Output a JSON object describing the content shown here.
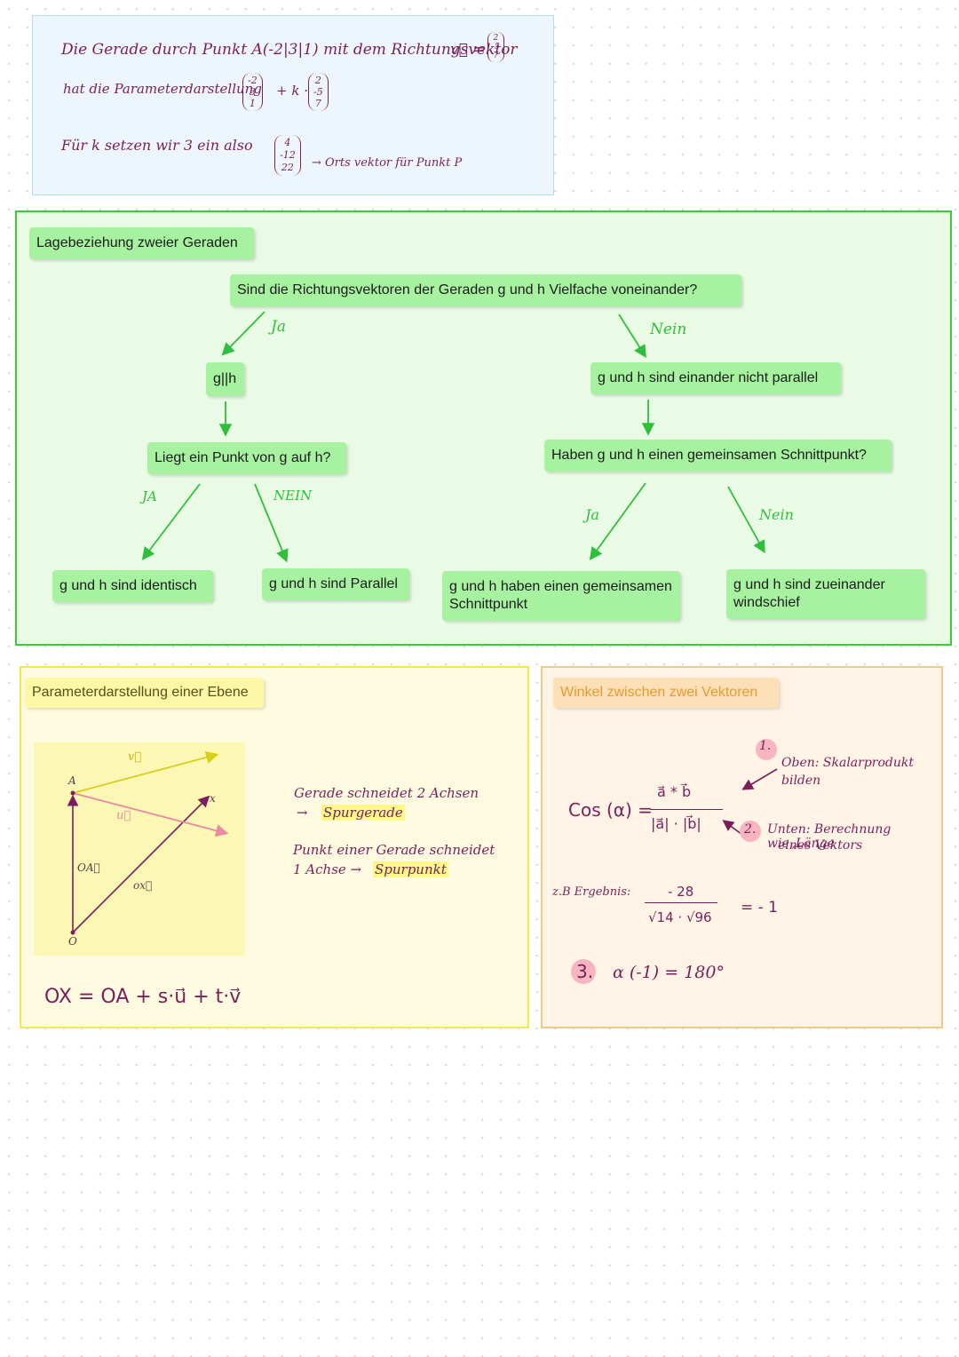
{
  "note_line": {
    "line1_text": "Die Gerade durch Punkt A(-2|3|1) mit dem Richtungsvektor",
    "v_symbol": "v⃗ =",
    "dir_vector": [
      "2",
      "-5",
      "7"
    ],
    "line2_text": "hat die Parameterdarstellung",
    "point_vector": [
      "-2",
      "3",
      "1"
    ],
    "plus_k": "+ k ·",
    "dir_vector2": [
      "2",
      "-5",
      "7"
    ],
    "line3_text": "Für k setzen wir 3 ein also",
    "result_vector": [
      "4",
      "-12",
      "22"
    ],
    "arrow_label": "→ Orts vektor für Punkt P"
  },
  "flow": {
    "title": "Lagebeziehung zweier Geraden",
    "question": "Sind die Richtungsvektoren der Geraden g und h Vielfache voneinander?",
    "yes_label": "Ja",
    "no_label": "Nein",
    "parallel": "g||h",
    "not_parallel": "g und h sind einander nicht parallel",
    "point_on": "Liegt ein Punkt von g auf h?",
    "intersect_q": "Haben g und h einen gemeinsamen Schnittpunkt?",
    "ja_upper": "JA",
    "nein_upper": "NEIN",
    "ja2": "Ja",
    "nein2": "Nein",
    "identical": "g und h sind identisch",
    "parallel2": "g und h sind Parallel",
    "intersection": "g und h haben einen gemeinsamen Schnittpunkt",
    "skew": "g und h sind zueinander windschief"
  },
  "plane": {
    "title": "Parameterdarstellung einer Ebene",
    "labels": {
      "a": "A",
      "o": "O",
      "x": "x",
      "v": "v⃗",
      "u": "u⃗",
      "oa": "OA⃗",
      "ox": "ox⃗"
    },
    "note1a": "Gerade schneidet 2 Achsen",
    "note1b": "→",
    "note1c": "Spurgerade",
    "note2a": "Punkt einer Gerade schneidet",
    "note2b": "1 Achse →",
    "note2c": "Spurpunkt",
    "formula": "OX = OA + s·u⃗ + t·v⃗"
  },
  "angle": {
    "title": "Winkel zwischen zwei Vektoren",
    "cos": "Cos (α) =",
    "numerator": "a⃗ * b⃗",
    "denominator": "|a⃗| · |b⃗|",
    "step1": "1.",
    "step1_text_a": "Oben: Skalarprodukt",
    "step1_text_b": "bilden",
    "step2": "2.",
    "step2_text_a": "Unten: Berechnung wie„Länge",
    "step2_text_b": "eines Vektors",
    "example_label": "z.B Ergebnis:",
    "ex_num": "- 28",
    "ex_den": "√14 · √96",
    "ex_result": "= - 1",
    "step3": "3.",
    "step3_text": "α (-1) = 180°"
  },
  "colors": {
    "ink": "#7a1f5c",
    "green": "#2fbf3a",
    "green_box": "#a6f2a0",
    "yellow_border": "#f2ea4a",
    "orange_title": "#e69a2e"
  }
}
